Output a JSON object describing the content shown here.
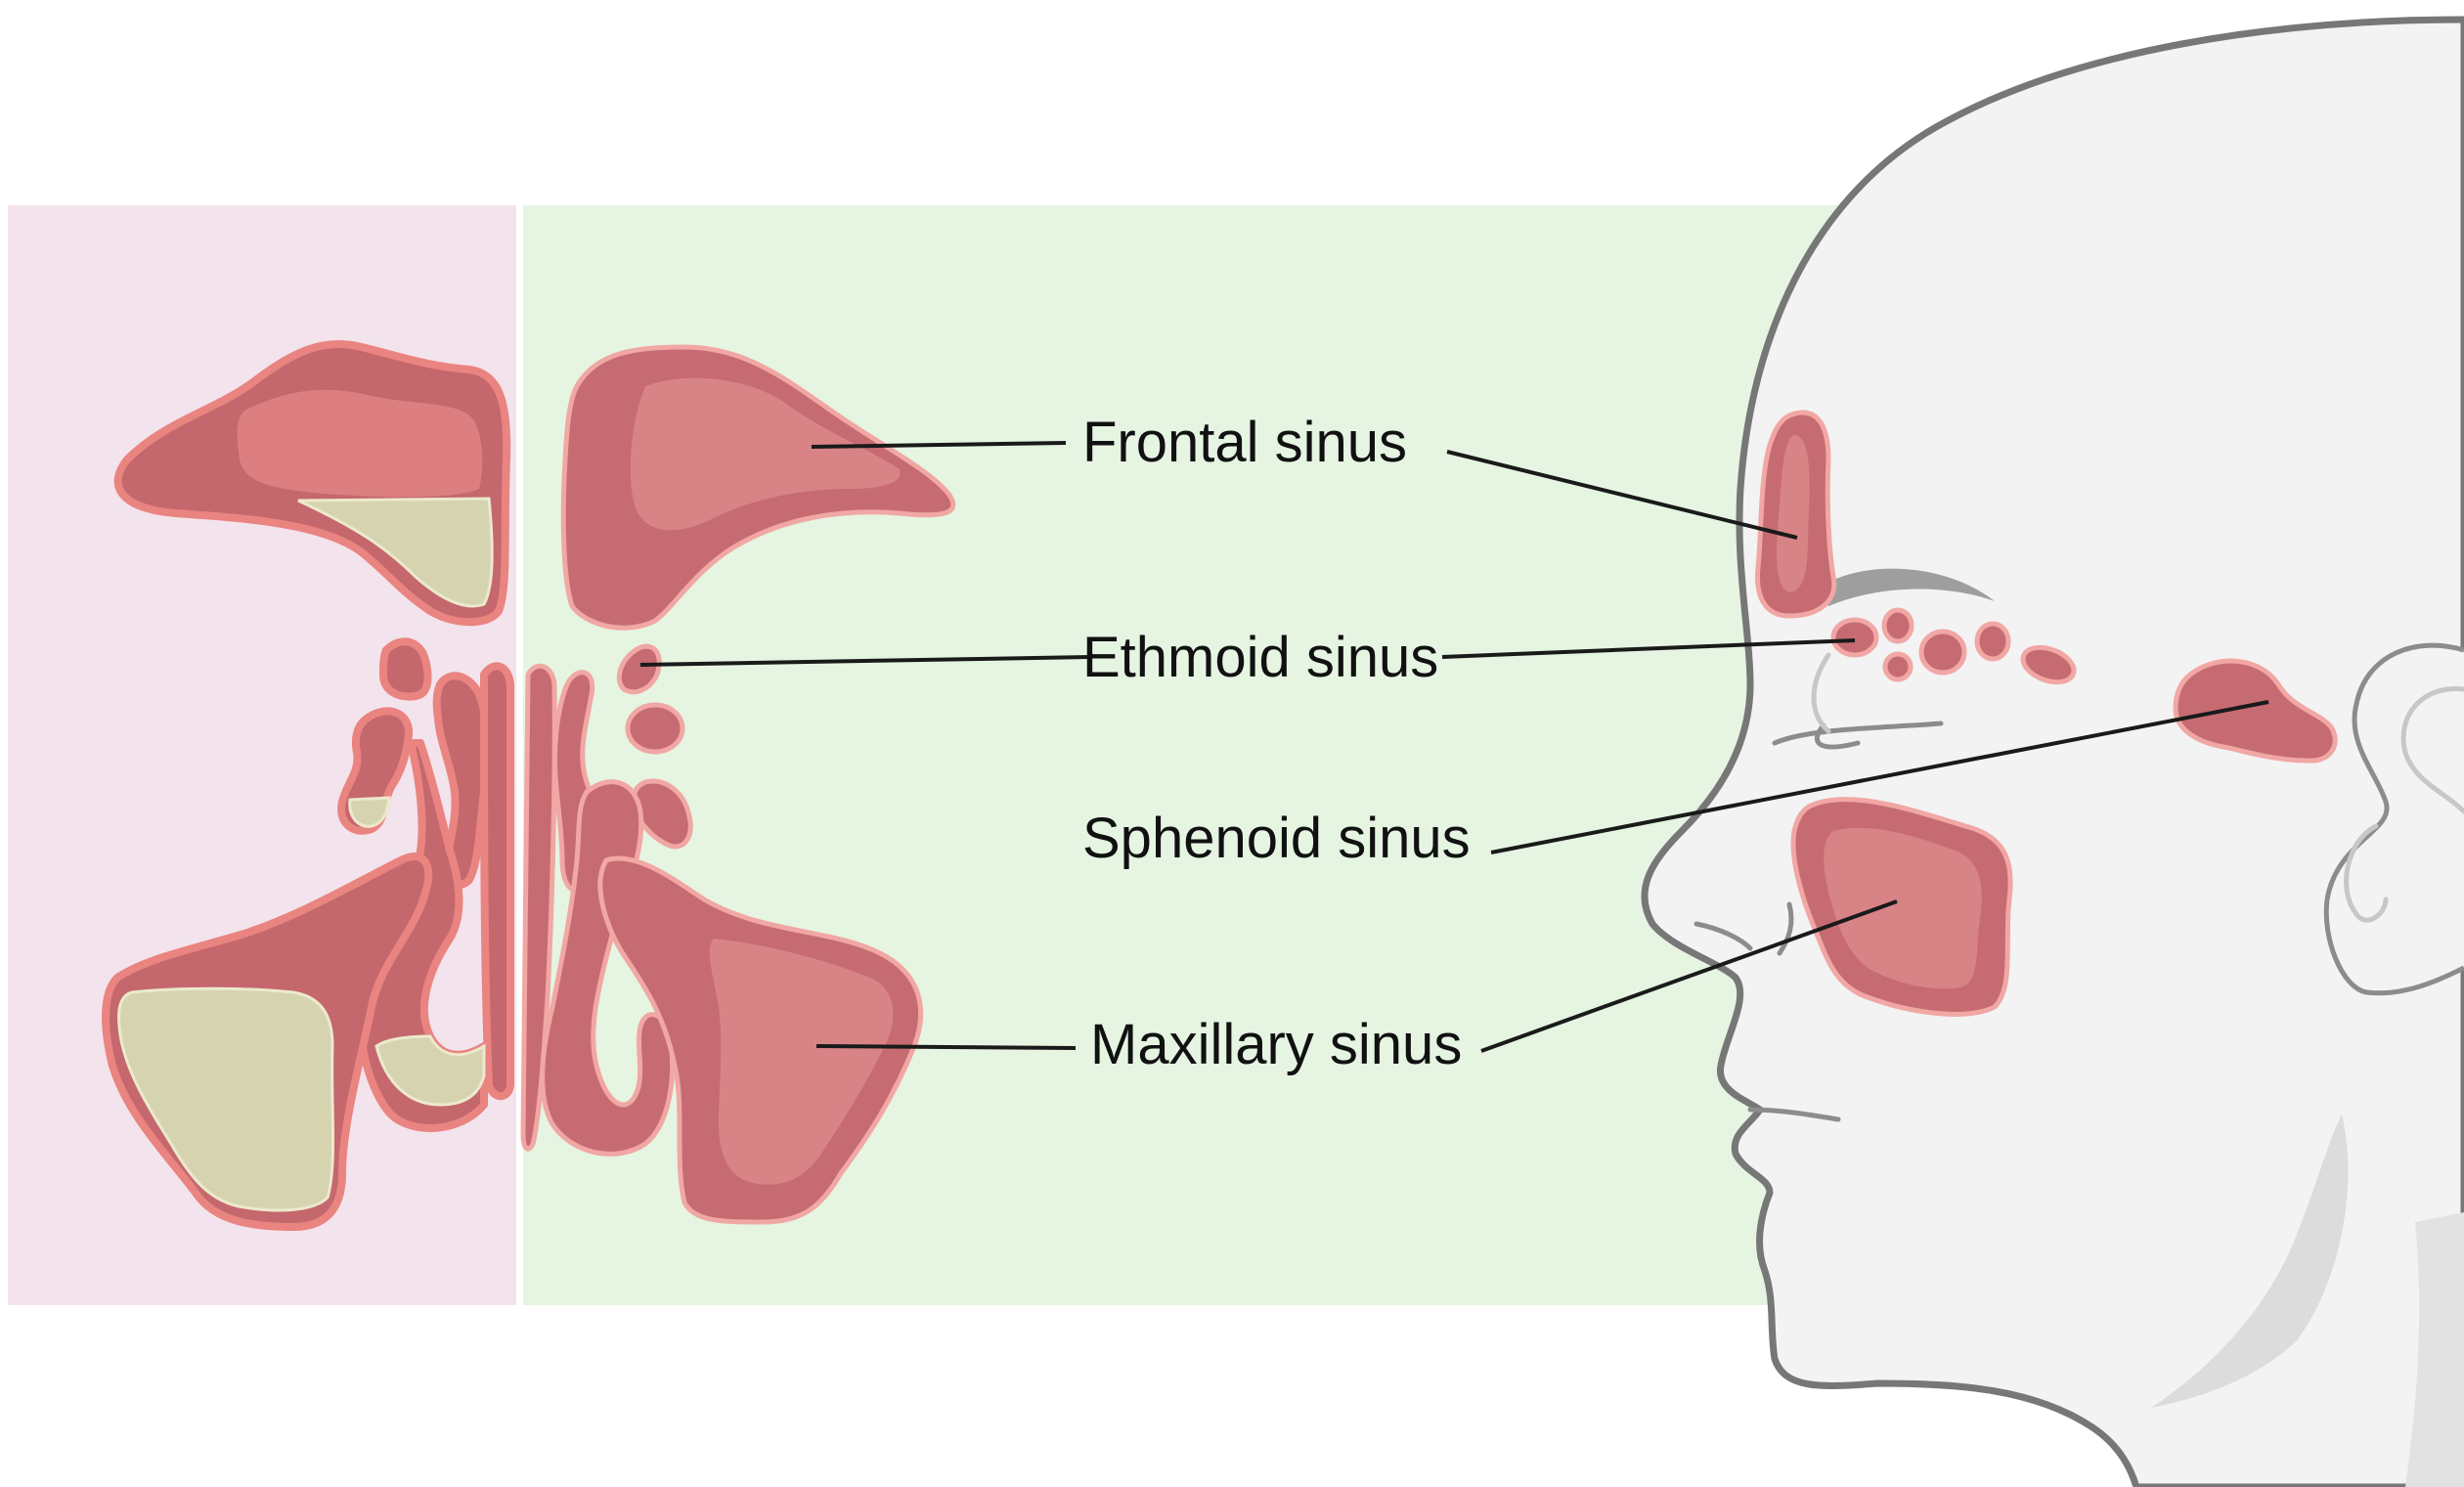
{
  "labels": {
    "frontal": "Frontal sinus",
    "ethmoid": "Ethmoid sinus",
    "sphenoid": "Sphenoid sinus",
    "maxillary": "Maxillary sinus"
  },
  "colors": {
    "inflamed_panel_bg": "#f3e3ec",
    "normal_panel_bg": "#e5f5e2",
    "sinus_fill": "#c4686d",
    "mucus": "#d6d4b0",
    "head_outline": "#777777"
  }
}
